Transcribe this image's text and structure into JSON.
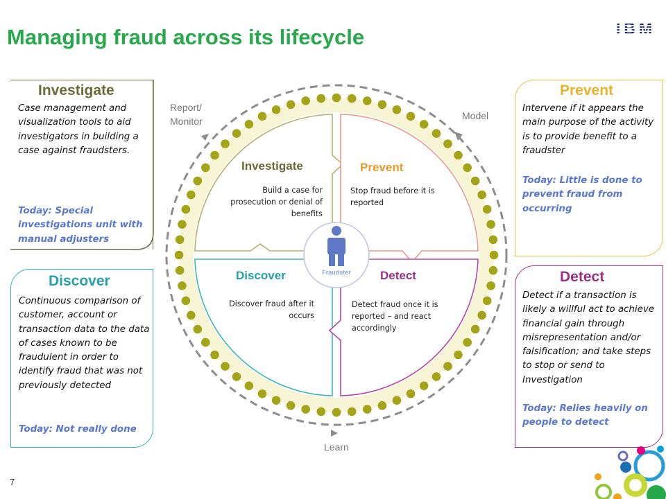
{
  "slide": {
    "title": "Managing fraud across its lifecycle",
    "page_number": "7",
    "brand_logo_text": "IBM"
  },
  "cards": {
    "investigate": {
      "heading": "Investigate",
      "body": "Case management and visualization tools to aid investigators in building a case against fraudsters.",
      "today": "Today: Special investigations unit with manual adjusters",
      "color": "#6b6b3a"
    },
    "prevent": {
      "heading": "Prevent",
      "body": "Intervene if it appears the main purpose of the activity is to provide benefit to a fraudster",
      "today": "Today: Little is done to prevent fraud from occurring",
      "color": "#e7c24a"
    },
    "discover": {
      "heading": "Discover",
      "body": "Continuous comparison of customer, account or transaction data to the data of cases known to be fraudulent in order to identify fraud that was not previously detected",
      "today": "Today: Not really done",
      "color": "#27a0a8"
    },
    "detect": {
      "heading": "Detect",
      "body": "Detect if a transaction is likely a willful act to achieve financial gain through misrepresentation and/or falsification; and take steps to stop or send to Investigation",
      "today": "Today: Relies heavily on people to detect",
      "color": "#9b2f8a"
    }
  },
  "cycle": {
    "outer_labels": {
      "report_monitor": "Report/ Monitor",
      "model": "Model",
      "learn": "Learn"
    },
    "center_label": "Fraudster",
    "quadrants": {
      "investigate": {
        "title": "Investigate",
        "desc": "Build a case for prosecution or denial of benefits",
        "color": "#6b6b3a"
      },
      "prevent": {
        "title": "Prevent",
        "desc": "Stop fraud before it is reported",
        "color": "#e89a2c"
      },
      "discover": {
        "title": "Discover",
        "desc": "Discover fraud after it occurs",
        "color": "#27a0a8"
      },
      "detect": {
        "title": "Detect",
        "desc": "Detect fraud once it is reported – and react accordingly",
        "color": "#9b2f8a"
      }
    },
    "dot_color": "#a3a418",
    "ring_color": "#f8f4d6"
  }
}
